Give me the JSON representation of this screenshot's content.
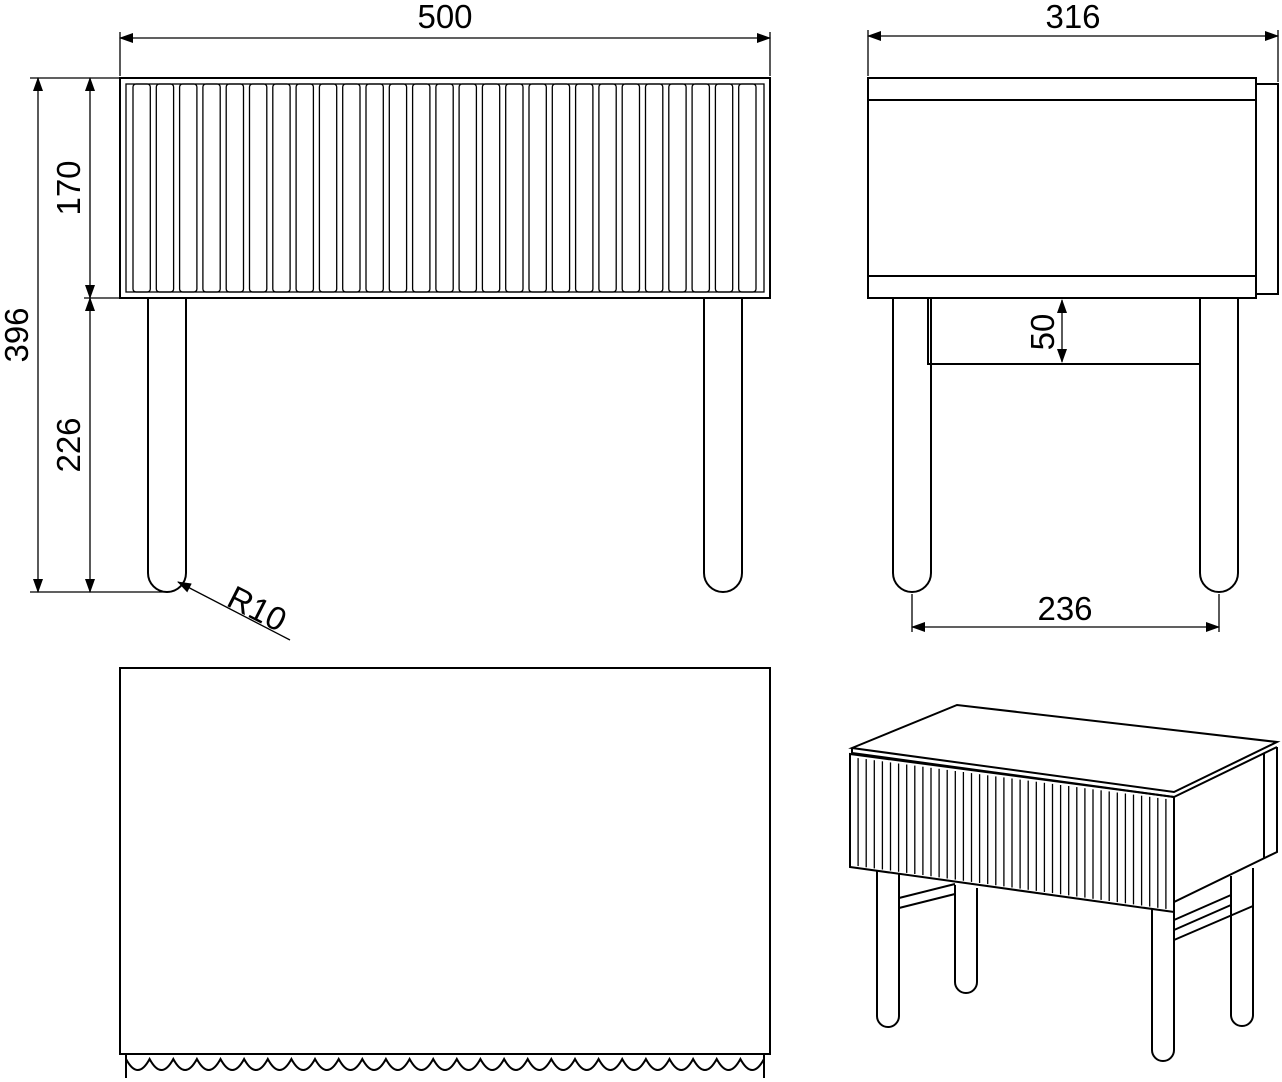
{
  "dimensions": {
    "front_width": "500",
    "side_depth": "316",
    "total_height": "396",
    "body_height": "170",
    "leg_height": "226",
    "leg_radius": "R10",
    "shelf_height": "50",
    "leg_spacing": "236"
  },
  "front_view": {
    "flute_count": 27
  },
  "colors": {
    "line": "#000000",
    "background": "#ffffff"
  }
}
